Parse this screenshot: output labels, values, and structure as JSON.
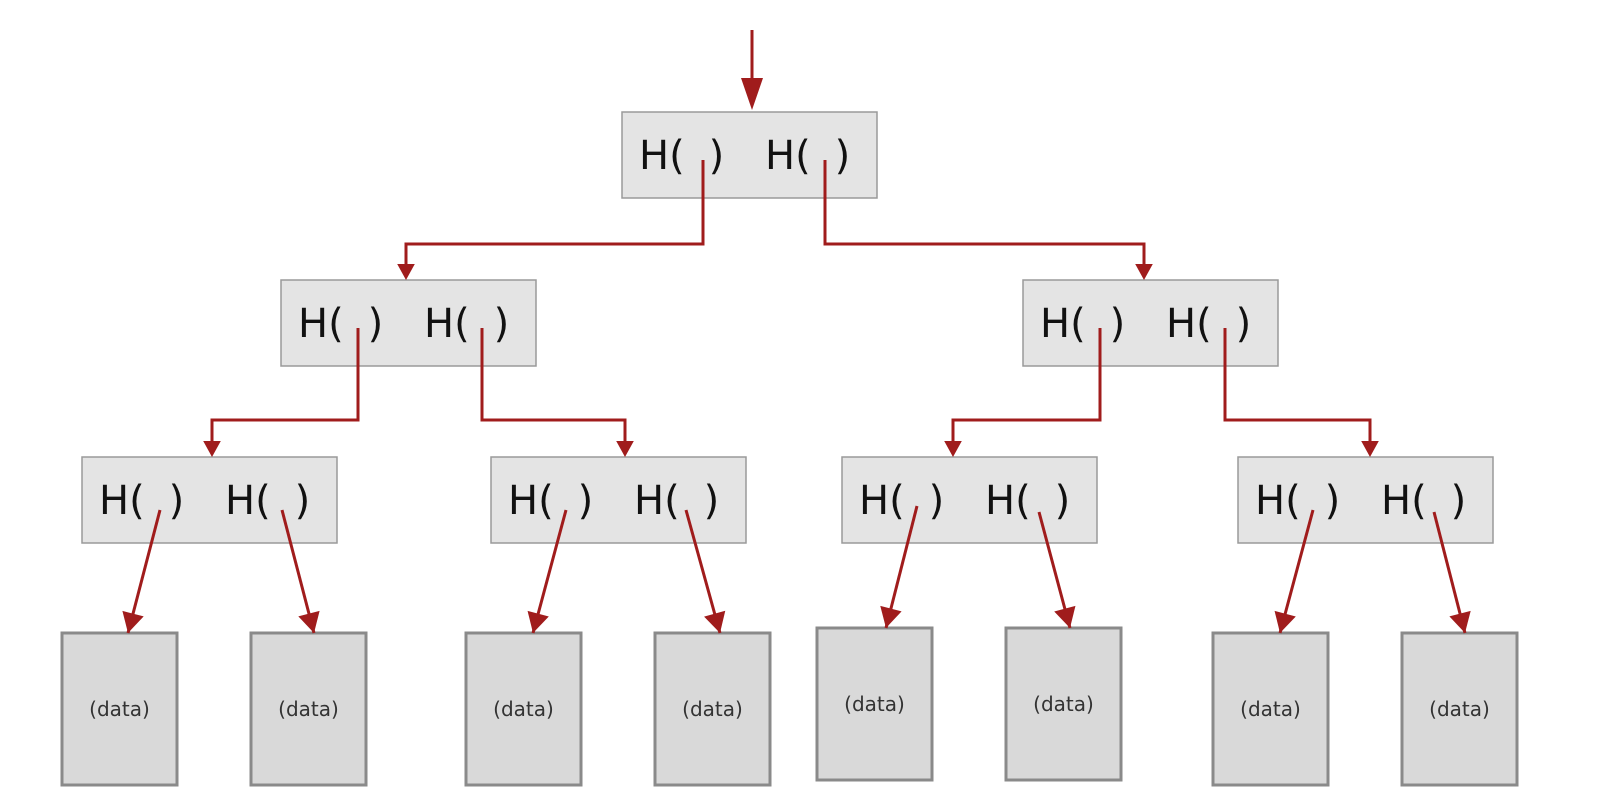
{
  "diagram": {
    "title": "Merkle tree",
    "colors": {
      "arrow": "#a01c1c",
      "hash_fill": "#e4e4e4",
      "data_fill": "#d9d9d9"
    },
    "hash_label": "H(  )",
    "data_label": "(data)",
    "levels": [
      {
        "name": "root",
        "nodes": [
          {
            "id": "n0",
            "left": "H(  )",
            "right": "H(  )"
          }
        ]
      },
      {
        "name": "level-1",
        "nodes": [
          {
            "id": "n1",
            "left": "H(  )",
            "right": "H(  )"
          },
          {
            "id": "n2",
            "left": "H(  )",
            "right": "H(  )"
          }
        ]
      },
      {
        "name": "level-2",
        "nodes": [
          {
            "id": "n3",
            "left": "H(  )",
            "right": "H(  )"
          },
          {
            "id": "n4",
            "left": "H(  )",
            "right": "H(  )"
          },
          {
            "id": "n5",
            "left": "H(  )",
            "right": "H(  )"
          },
          {
            "id": "n6",
            "left": "H(  )",
            "right": "H(  )"
          }
        ]
      },
      {
        "name": "leaves",
        "nodes": [
          {
            "id": "d0",
            "label": "(data)"
          },
          {
            "id": "d1",
            "label": "(data)"
          },
          {
            "id": "d2",
            "label": "(data)"
          },
          {
            "id": "d3",
            "label": "(data)"
          },
          {
            "id": "d4",
            "label": "(data)"
          },
          {
            "id": "d5",
            "label": "(data)"
          },
          {
            "id": "d6",
            "label": "(data)"
          },
          {
            "id": "d7",
            "label": "(data)"
          }
        ]
      }
    ]
  }
}
